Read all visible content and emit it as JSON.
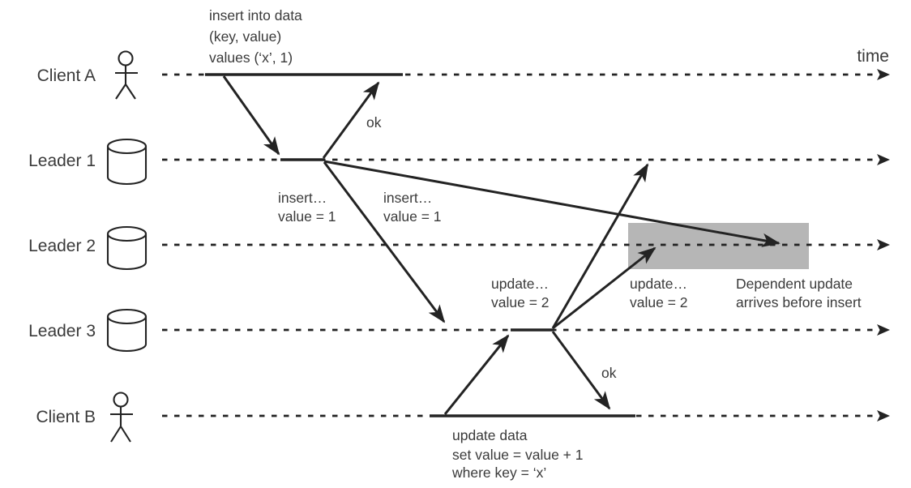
{
  "time_label": "time",
  "lanes": [
    {
      "label": "Client A",
      "icon": "person"
    },
    {
      "label": "Leader 1",
      "icon": "database"
    },
    {
      "label": "Leader 2",
      "icon": "database"
    },
    {
      "label": "Leader 3",
      "icon": "database"
    },
    {
      "label": "Client B",
      "icon": "person"
    }
  ],
  "annotations": {
    "insert_statement": [
      "insert into data",
      "(key, value)",
      "values (‘x’, 1)"
    ],
    "insert_ok": "ok",
    "insert_to_leader3": [
      "insert…",
      "value = 1"
    ],
    "insert_to_leader2": [
      "insert…",
      "value = 1"
    ],
    "update_to_leader1": [
      "update…",
      "value = 2"
    ],
    "update_to_leader2": [
      "update…",
      "value = 2"
    ],
    "dependent_note": [
      "Dependent update",
      "arrives before insert"
    ],
    "update_ok": "ok",
    "update_statement": [
      "update data",
      "set value = value + 1",
      "where key = ‘x’"
    ]
  },
  "colors": {
    "stroke": "#232323",
    "text": "#3a3a3a",
    "highlight": "#b6b6b6",
    "background": "#ffffff"
  }
}
